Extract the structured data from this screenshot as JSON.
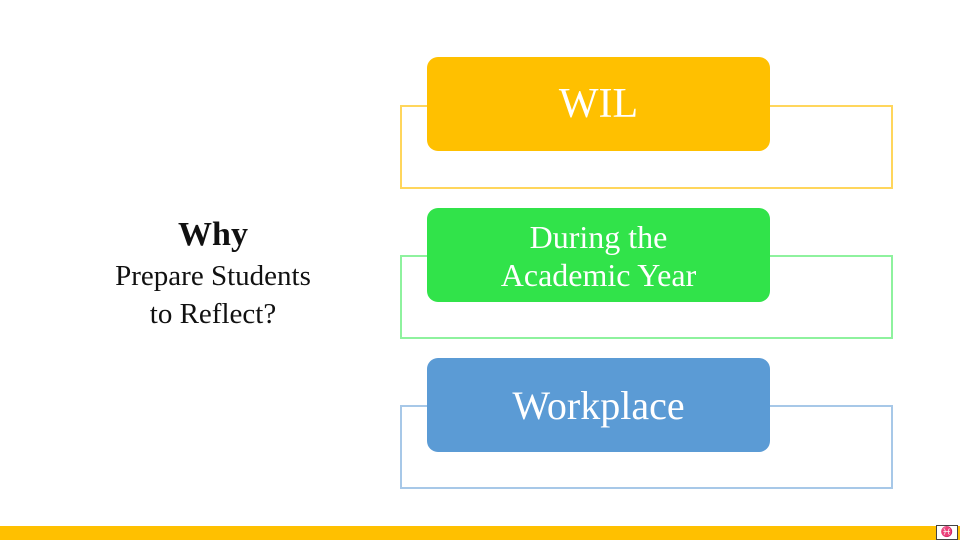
{
  "left_panel": {
    "why": "Why",
    "question_line1": "Prepare Students",
    "question_line2": "to Reflect?"
  },
  "stages": [
    {
      "lines": [
        "WIL"
      ],
      "color": "#ffc000",
      "outline_color": "#ffd65c"
    },
    {
      "lines": [
        "During the",
        "Academic Year"
      ],
      "color": "#31e34a",
      "outline_color": "#8ef29e"
    },
    {
      "lines": [
        "Workplace"
      ],
      "color": "#5b9bd5",
      "outline_color": "#a7c8e8"
    }
  ],
  "footer": {
    "color": "#ffc000",
    "logo_icon": "university-crest-icon"
  }
}
